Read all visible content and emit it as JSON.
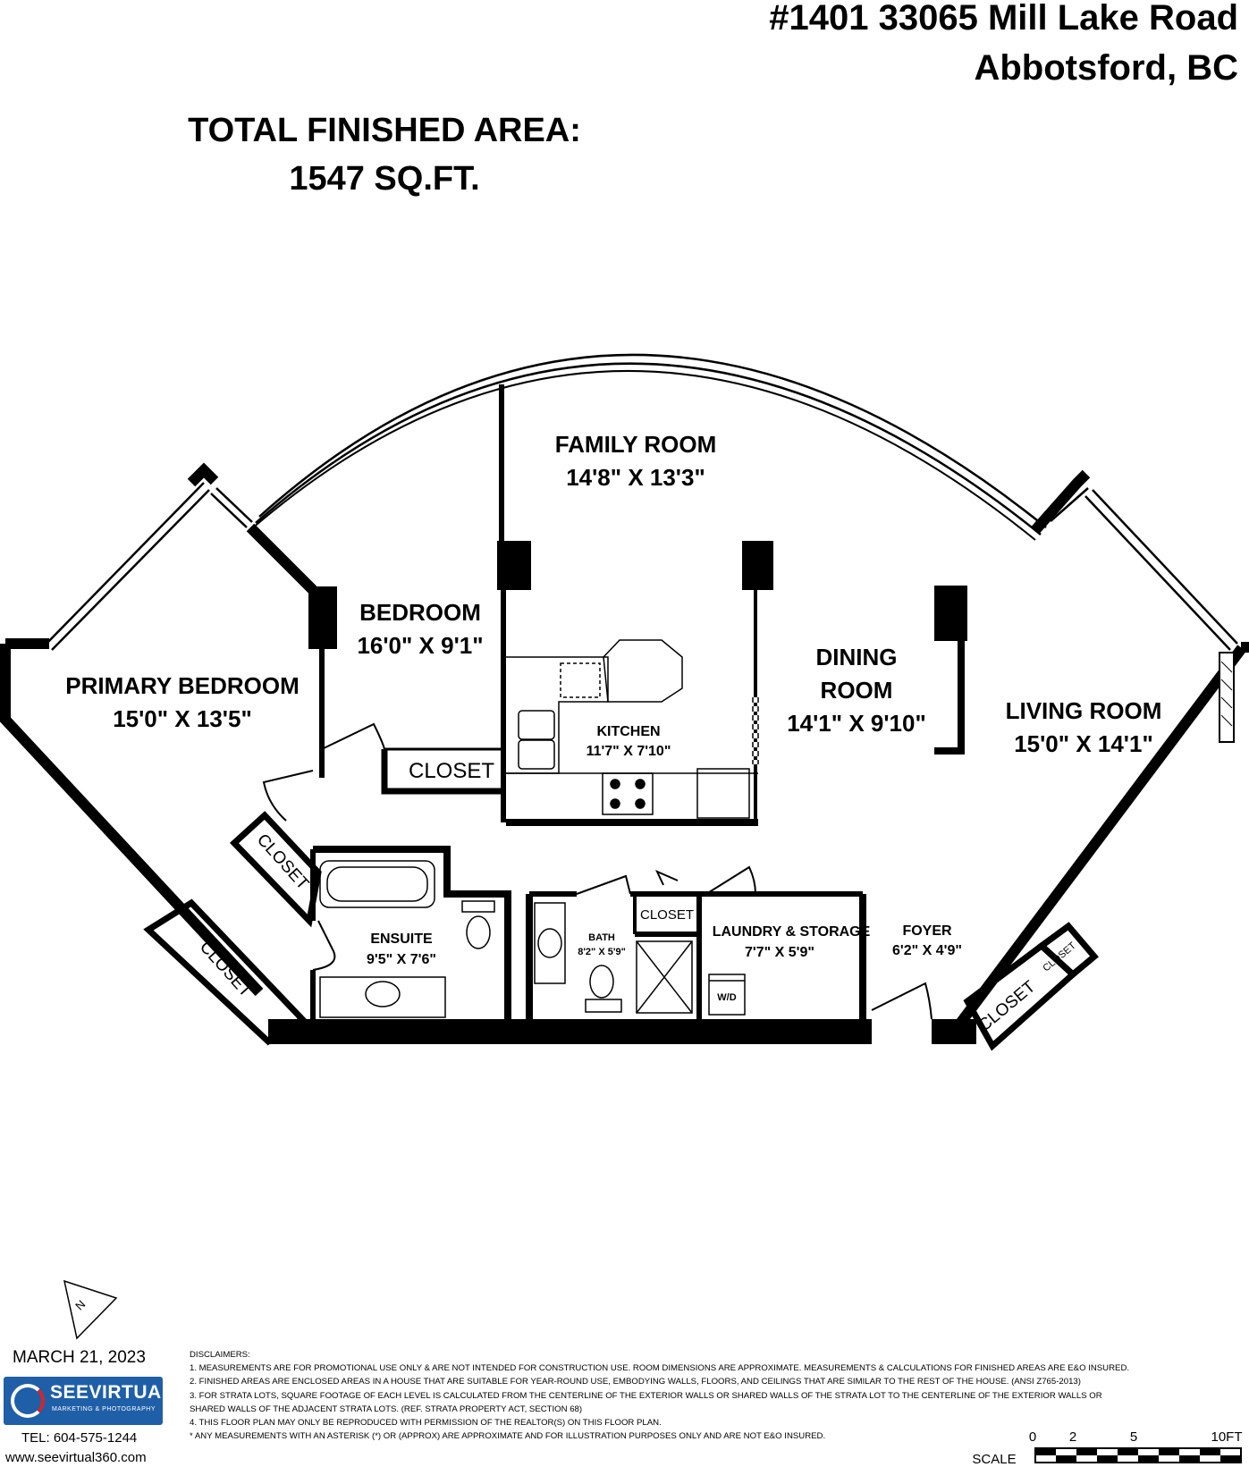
{
  "header": {
    "address_line1": "#1401 33065 Mill Lake Road",
    "address_line2": "Abbotsford, BC"
  },
  "total_area": {
    "label": "TOTAL FINISHED AREA:",
    "value": "1547 SQ.FT."
  },
  "rooms": {
    "family_room": {
      "name": "FAMILY ROOM",
      "dims": "14'8\" X 13'3\""
    },
    "bedroom": {
      "name": "BEDROOM",
      "dims": "16'0\" X 9'1\""
    },
    "primary_bedroom": {
      "name": "PRIMARY BEDROOM",
      "dims": "15'0\" X 13'5\""
    },
    "dining_room": {
      "name_line1": "DINING",
      "name_line2": "ROOM",
      "dims": "14'1\" X 9'10\""
    },
    "living_room": {
      "name": "LIVING ROOM",
      "dims": "15'0\" X 14'1\""
    },
    "kitchen": {
      "name": "KITCHEN",
      "dims": "11'7\" X 7'10\""
    },
    "ensuite": {
      "name": "ENSUITE",
      "dims": "9'5\" X 7'6\""
    },
    "bath": {
      "name": "BATH",
      "dims": "8'2\" X 5'9\""
    },
    "laundry": {
      "name": "LAUNDRY & STORAGE",
      "dims": "7'7\" X 5'9\""
    },
    "foyer": {
      "name": "FOYER",
      "dims": "6'2\" X 4'9\""
    }
  },
  "closet_label": "CLOSET",
  "appliance_label": "W/D",
  "compass_label": "N",
  "date": "MARCH 21, 2023",
  "company": {
    "logo_text": "SEEVIRTUAL",
    "logo_subtext": "MARKETING & PHOTOGRAPHY",
    "tel": "TEL: 604-575-1244",
    "website": "www.seevirtual360.com"
  },
  "disclaimers": {
    "title": "DISCLAIMERS:",
    "lines": [
      "1. MEASUREMENTS ARE FOR PROMOTIONAL USE ONLY & ARE NOT INTENDED FOR CONSTRUCTION USE. ROOM DIMENSIONS ARE APPROXIMATE. MEASUREMENTS & CALCULATIONS FOR FINISHED AREAS ARE E&O INSURED.",
      "2. FINISHED AREAS ARE ENCLOSED AREAS IN A HOUSE THAT ARE SUITABLE FOR YEAR-ROUND USE, EMBODYING WALLS, FLOORS, AND CEILINGS THAT ARE SIMILAR TO THE REST OF THE HOUSE. (ANSI Z765-2013)",
      "3. FOR STRATA LOTS, SQUARE FOOTAGE OF EACH LEVEL IS CALCULATED FROM THE CENTERLINE OF THE EXTERIOR WALLS OR SHARED WALLS OF THE STRATA LOT TO THE CENTERLINE OF THE EXTERIOR WALLS OR",
      "SHARED WALLS OF THE ADJACENT STRATA LOTS. (REF. STRATA PROPERTY ACT, SECTION 68)",
      "4. THIS FLOOR PLAN MAY ONLY BE REPRODUCED WITH PERMISSION OF THE REALTOR(S) ON THIS FLOOR PLAN.",
      "* ANY MEASUREMENTS WITH AN ASTERISK (*) OR (APPROX) ARE APPROXIMATE AND FOR ILLUSTRATION PURPOSES ONLY AND ARE NOT E&O INSURED."
    ]
  },
  "scale": {
    "label": "SCALE",
    "ticks": [
      "0",
      "2",
      "5",
      "10FT"
    ]
  }
}
